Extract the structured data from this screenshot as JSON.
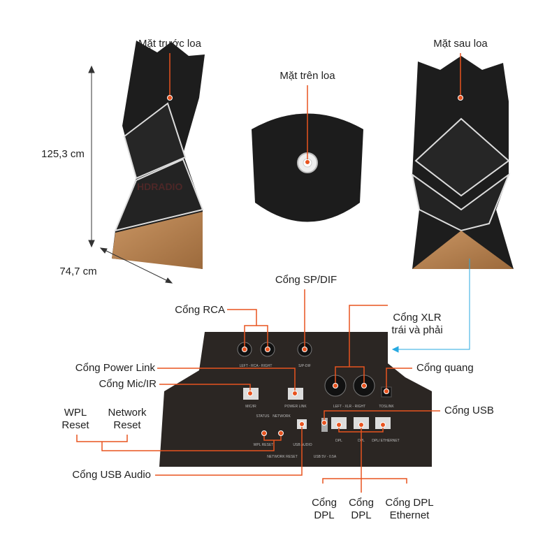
{
  "watermark": "HDRADIO",
  "views": {
    "front": "Mặt trước loa",
    "top": "Mặt trên loa",
    "back": "Mặt sau loa"
  },
  "dimensions": {
    "height": "125,3 cm",
    "width": "74,7 cm"
  },
  "callouts": {
    "spdif": "Cổng SP/DIF",
    "rca": "Cổng RCA",
    "xlr_1": "Cổng XLR",
    "xlr_2": "trái và phải",
    "optical": "Cổng quang",
    "power_link": "Cổng Power Link",
    "mic_ir": "Cổng Mic/IR",
    "wpl_1": "WPL",
    "wpl_2": "Reset",
    "net_1": "Network",
    "net_2": "Reset",
    "usb_audio": "Cổng USB Audio",
    "usb": "Cổng USB",
    "dpl1_1": "Cổng",
    "dpl1_2": "DPL",
    "dpl2_1": "Cổng",
    "dpl2_2": "DPL",
    "dpl3_1": "Cổng DPL",
    "dpl3_2": "Ethernet"
  },
  "panel_labels": {
    "rca": "LEFT - RCA - RIGHT",
    "spdif": "S/P-DIF",
    "micir": "MIC/IR",
    "powerlink": "POWER LINK",
    "xlr": "LEFT - XLR - RIGHT",
    "toslink": "TOSLINK",
    "status": "STATUS",
    "network": "NETWORK",
    "wpl": "WPL RESET",
    "netreset": "NETWORK RESET",
    "usbaudio": "USB AUDIO",
    "usb": "USB 5V - 0.5A",
    "dpl": "DPL",
    "dpl2": "DPL",
    "dpleth": "DPL/ ETHERNET"
  },
  "colors": {
    "accent": "#e8531f",
    "cyan": "#27a9e1",
    "speaker": "#1c1c1c",
    "wood": "#b9834f"
  }
}
